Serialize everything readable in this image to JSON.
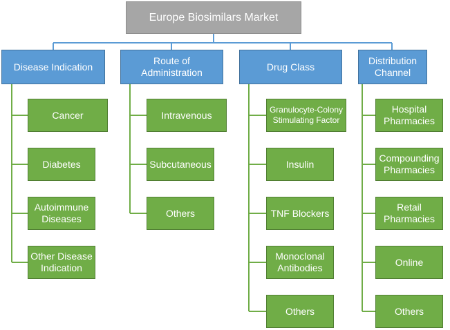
{
  "title": "Europe Biosimilars Market",
  "colors": {
    "root": "#a6a6a6",
    "category": "#5b9bd5",
    "leaf": "#70ad47",
    "connector": "#5b9bd5",
    "tree_line": "#70ad47"
  },
  "categories": [
    {
      "label": "Disease Indication",
      "items": [
        "Cancer",
        "Diabetes",
        "Autoimmune\nDiseases",
        "Other Disease\nIndication"
      ]
    },
    {
      "label": "Route of\nAdministration",
      "items": [
        "Intravenous",
        "Subcutaneous",
        "Others"
      ]
    },
    {
      "label": "Drug Class",
      "items": [
        "Granulocyte-Colony\nStimulating Factor",
        "Insulin",
        "TNF Blockers",
        "Monoclonal\nAntibodies",
        "Others"
      ]
    },
    {
      "label": "Distribution\nChannel",
      "items": [
        "Hospital\nPharmacies",
        "Compounding\nPharmacies",
        "Retail\nPharmacies",
        "Online",
        "Others"
      ]
    }
  ]
}
